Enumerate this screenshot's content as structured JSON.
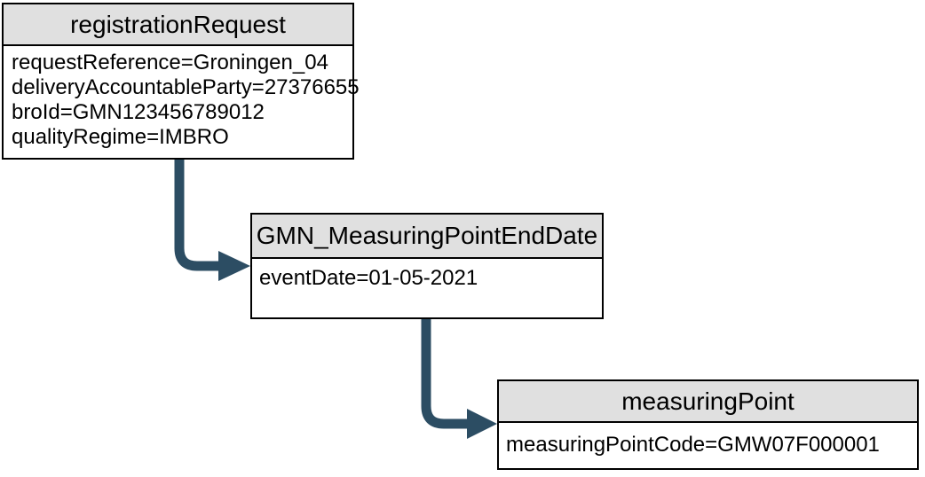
{
  "diagram": {
    "colors": {
      "arrow": "#2c4d63",
      "header_bg": "#e0e0e0",
      "border": "#000000",
      "canvas_bg": "#ffffff"
    },
    "nodes": [
      {
        "title": "registrationRequest",
        "attributes": [
          "requestReference=Groningen_04",
          "deliveryAccountableParty=27376655",
          "broId=GMN123456789012",
          "qualityRegime=IMBRO"
        ]
      },
      {
        "title": "GMN_MeasuringPointEndDate",
        "attributes": [
          "eventDate=01-05-2021"
        ]
      },
      {
        "title": "measuringPoint",
        "attributes": [
          "measuringPointCode=GMW07F000001"
        ]
      }
    ],
    "connectors": [
      {
        "from": "registrationRequest",
        "to": "GMN_MeasuringPointEndDate"
      },
      {
        "from": "GMN_MeasuringPointEndDate",
        "to": "measuringPoint"
      }
    ]
  }
}
